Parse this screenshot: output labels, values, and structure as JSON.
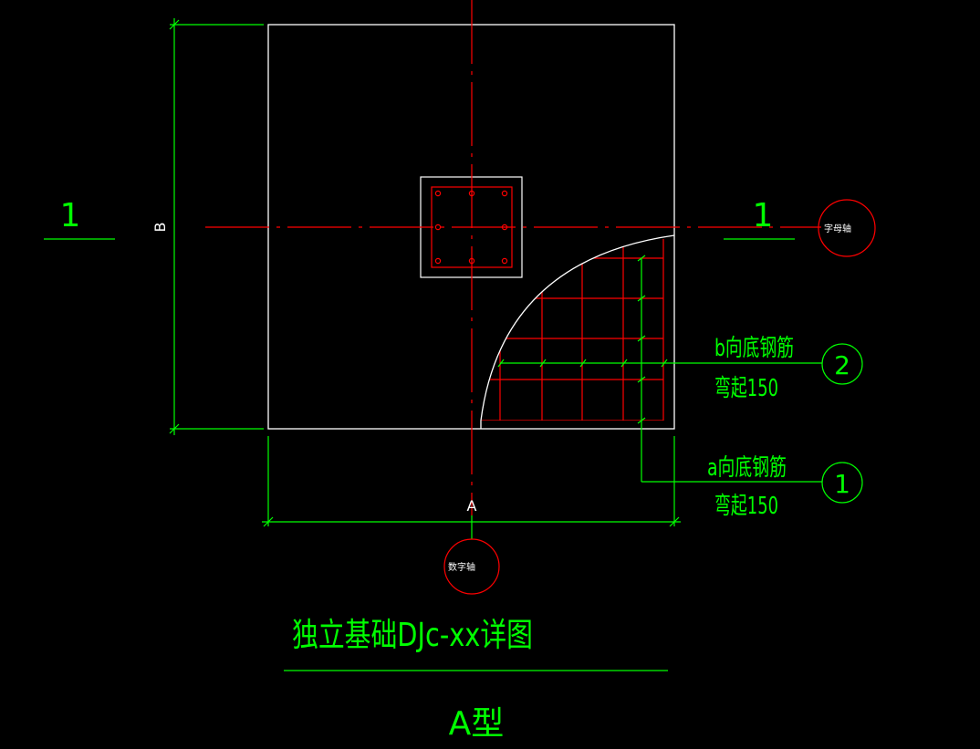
{
  "drawing": {
    "title": "独立基础DJc-xx详图",
    "type_label": "A型",
    "colors": {
      "background": "#000000",
      "outline": "#ffffff",
      "dimension": "#00ff00",
      "axis": "#ff0000",
      "rebar": "#ff0000",
      "callout": "#00ff00"
    }
  },
  "section_marks": {
    "left": "1",
    "right": "1"
  },
  "dimensions": {
    "vertical_label": "B",
    "horizontal_label": "A"
  },
  "axis_bubbles": {
    "horizontal_axis": "字母轴",
    "vertical_axis": "数字轴"
  },
  "rebar_callouts": [
    {
      "number": "2",
      "line1": "b向底钢筋",
      "line2": "弯起150"
    },
    {
      "number": "1",
      "line1": "a向底钢筋",
      "line2": "弯起150"
    }
  ]
}
